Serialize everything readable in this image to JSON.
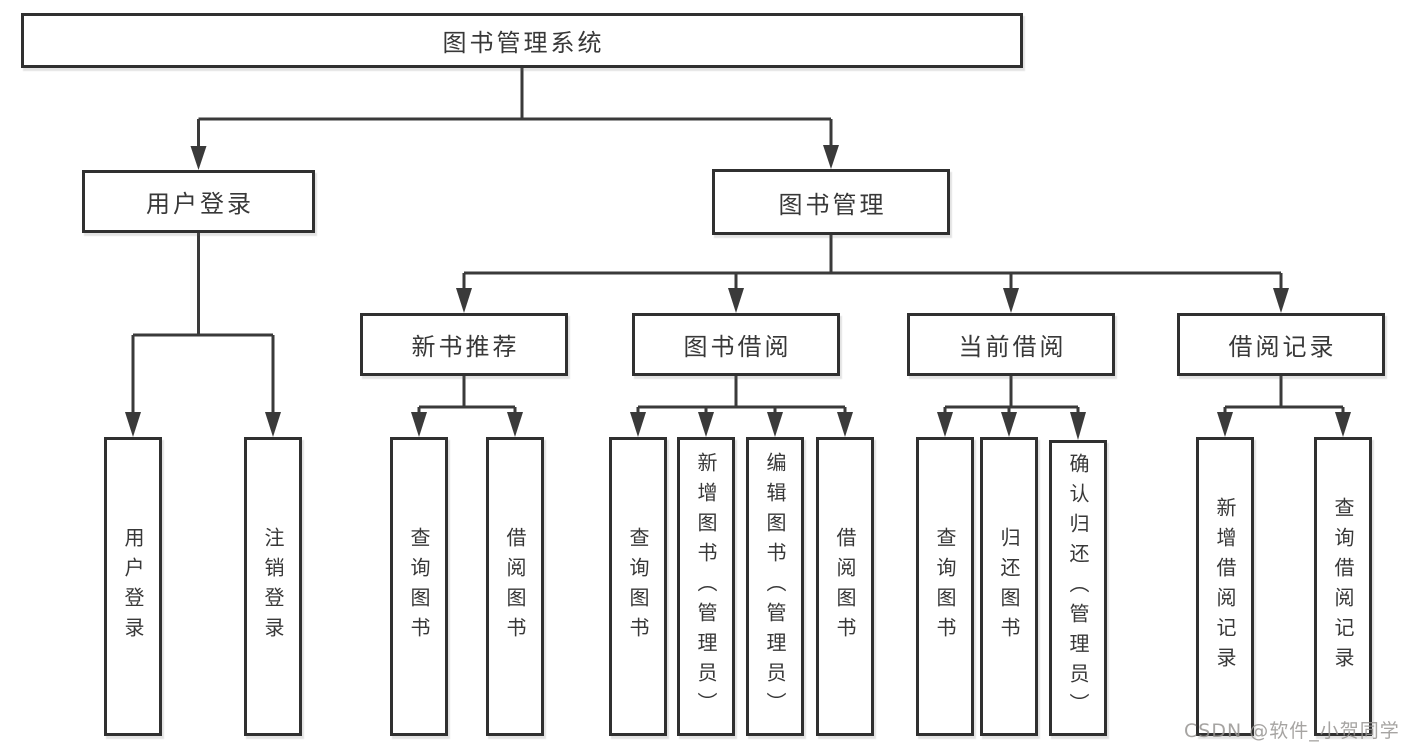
{
  "colors": {
    "background": "#ffffff",
    "box_border": "#303030",
    "line": "#3a3a3a",
    "text": "#383838",
    "watermark_text": "#969492"
  },
  "watermark": {
    "text": "CSDN @软件_小贺同学"
  },
  "tree": {
    "root": {
      "label": "图书管理系统"
    },
    "user_login": {
      "label": "用户登录",
      "children": [
        {
          "label": "用户登录"
        },
        {
          "label": "注销登录"
        }
      ]
    },
    "book_mgmt": {
      "label": "图书管理"
    },
    "groups": [
      {
        "label": "新书推荐",
        "children": [
          {
            "label": "查询图书"
          },
          {
            "label": "借阅图书"
          }
        ]
      },
      {
        "label": "图书借阅",
        "children": [
          {
            "label": "查询图书"
          },
          {
            "label": "新增图书（管理员）"
          },
          {
            "label": "编辑图书（管理员）"
          },
          {
            "label": "借阅图书"
          }
        ]
      },
      {
        "label": "当前借阅",
        "children": [
          {
            "label": "查询图书"
          },
          {
            "label": "归还图书"
          },
          {
            "label": "确认归还（管理员）"
          }
        ]
      },
      {
        "label": "借阅记录",
        "children": [
          {
            "label": "新增借阅记录"
          },
          {
            "label": "查询借阅记录"
          }
        ]
      }
    ]
  }
}
